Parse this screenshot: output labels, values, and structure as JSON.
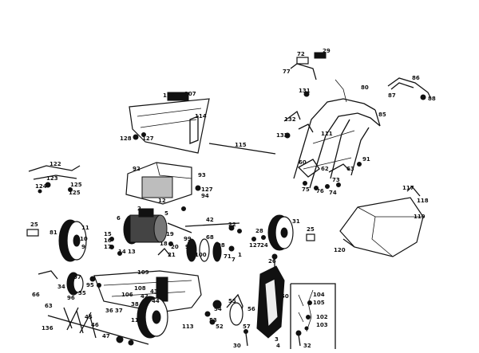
{
  "diagram": {
    "callouts": [
      {
        "id": "c-107",
        "text": "107"
      },
      {
        "id": "c-126",
        "text": "126"
      },
      {
        "id": "c-114",
        "text": "114"
      },
      {
        "id": "c-128",
        "text": "128"
      },
      {
        "id": "c-127a",
        "text": "127"
      },
      {
        "id": "c-115",
        "text": "115"
      },
      {
        "id": "c-122",
        "text": "122"
      },
      {
        "id": "c-123",
        "text": "123"
      },
      {
        "id": "c-124",
        "text": "124"
      },
      {
        "id": "c-125a",
        "text": "125"
      },
      {
        "id": "c-125b",
        "text": "125"
      },
      {
        "id": "c-92",
        "text": "92"
      },
      {
        "id": "c-93",
        "text": "93"
      },
      {
        "id": "c-127b",
        "text": "127"
      },
      {
        "id": "c-94",
        "text": "94"
      },
      {
        "id": "c-12",
        "text": "12"
      },
      {
        "id": "c-2",
        "text": "2"
      },
      {
        "id": "c-5",
        "text": "5"
      },
      {
        "id": "c-6",
        "text": "6"
      },
      {
        "id": "c-25a",
        "text": "25"
      },
      {
        "id": "c-81",
        "text": "81"
      },
      {
        "id": "c-11",
        "text": "11"
      },
      {
        "id": "c-10",
        "text": "10"
      },
      {
        "id": "c-9",
        "text": "9"
      },
      {
        "id": "c-15",
        "text": "15"
      },
      {
        "id": "c-16",
        "text": "16"
      },
      {
        "id": "c-17",
        "text": "17"
      },
      {
        "id": "c-14",
        "text": "14"
      },
      {
        "id": "c-13",
        "text": "13"
      },
      {
        "id": "c-42",
        "text": "42"
      },
      {
        "id": "c-22",
        "text": "22"
      },
      {
        "id": "c-99",
        "text": "99"
      },
      {
        "id": "c-68",
        "text": "68"
      },
      {
        "id": "c-98",
        "text": "98"
      },
      {
        "id": "c-100",
        "text": "100"
      },
      {
        "id": "c-96a",
        "text": "96"
      },
      {
        "id": "c-19",
        "text": "19"
      },
      {
        "id": "c-18",
        "text": "18"
      },
      {
        "id": "c-20",
        "text": "20"
      },
      {
        "id": "c-21",
        "text": "21"
      },
      {
        "id": "c-7",
        "text": "7"
      },
      {
        "id": "c-71",
        "text": "71"
      },
      {
        "id": "c-1",
        "text": "1"
      },
      {
        "id": "c-31",
        "text": "31"
      },
      {
        "id": "c-28",
        "text": "28"
      },
      {
        "id": "c-25b",
        "text": "25"
      },
      {
        "id": "c-127c",
        "text": "127"
      },
      {
        "id": "c-24",
        "text": "24"
      },
      {
        "id": "c-29",
        "text": "29"
      },
      {
        "id": "c-72",
        "text": "72"
      },
      {
        "id": "c-80",
        "text": "80"
      },
      {
        "id": "c-77",
        "text": "77"
      },
      {
        "id": "c-86",
        "text": "86"
      },
      {
        "id": "c-87",
        "text": "87"
      },
      {
        "id": "c-88",
        "text": "88"
      },
      {
        "id": "c-131",
        "text": "131"
      },
      {
        "id": "c-85",
        "text": "85"
      },
      {
        "id": "c-132",
        "text": "132"
      },
      {
        "id": "c-133",
        "text": "133"
      },
      {
        "id": "c-111",
        "text": "111"
      },
      {
        "id": "c-91",
        "text": "91"
      },
      {
        "id": "c-60",
        "text": "60"
      },
      {
        "id": "c-62",
        "text": "62"
      },
      {
        "id": "c-63",
        "text": "63"
      },
      {
        "id": "c-73",
        "text": "73"
      },
      {
        "id": "c-75",
        "text": "75"
      },
      {
        "id": "c-76",
        "text": "76"
      },
      {
        "id": "c-74",
        "text": "74"
      },
      {
        "id": "c-117",
        "text": "117"
      },
      {
        "id": "c-118",
        "text": "118"
      },
      {
        "id": "c-119",
        "text": "119"
      },
      {
        "id": "c-120",
        "text": "120"
      },
      {
        "id": "c-26",
        "text": "26"
      },
      {
        "id": "c-50",
        "text": "50"
      },
      {
        "id": "c-56",
        "text": "56"
      },
      {
        "id": "c-57",
        "text": "57"
      },
      {
        "id": "c-55",
        "text": "55"
      },
      {
        "id": "c-54",
        "text": "54"
      },
      {
        "id": "c-53",
        "text": "53"
      },
      {
        "id": "c-52",
        "text": "52"
      },
      {
        "id": "c-3",
        "text": "3"
      },
      {
        "id": "c-4",
        "text": "4"
      },
      {
        "id": "c-30",
        "text": "30"
      },
      {
        "id": "c-32",
        "text": "32"
      },
      {
        "id": "c-104",
        "text": "104"
      },
      {
        "id": "c-105",
        "text": "105"
      },
      {
        "id": "c-102",
        "text": "102"
      },
      {
        "id": "c-103",
        "text": "103"
      },
      {
        "id": "c-97",
        "text": "97"
      },
      {
        "id": "c-95",
        "text": "95"
      },
      {
        "id": "c-96b",
        "text": "96"
      },
      {
        "id": "c-34",
        "text": "34"
      },
      {
        "id": "c-35",
        "text": "35"
      },
      {
        "id": "c-106",
        "text": "106"
      },
      {
        "id": "c-108",
        "text": "108"
      },
      {
        "id": "c-109",
        "text": "109"
      },
      {
        "id": "c-42b",
        "text": "42"
      },
      {
        "id": "c-43",
        "text": "43"
      },
      {
        "id": "c-44",
        "text": "44"
      },
      {
        "id": "c-36",
        "text": "36"
      },
      {
        "id": "c-37",
        "text": "37"
      },
      {
        "id": "c-38",
        "text": "38"
      },
      {
        "id": "c-110",
        "text": "110"
      },
      {
        "id": "c-113",
        "text": "113"
      },
      {
        "id": "c-45",
        "text": "45"
      },
      {
        "id": "c-46",
        "text": "46"
      },
      {
        "id": "c-47",
        "text": "47"
      },
      {
        "id": "c-63b",
        "text": "63"
      },
      {
        "id": "c-66",
        "text": "66"
      },
      {
        "id": "c-136",
        "text": "136"
      }
    ]
  }
}
